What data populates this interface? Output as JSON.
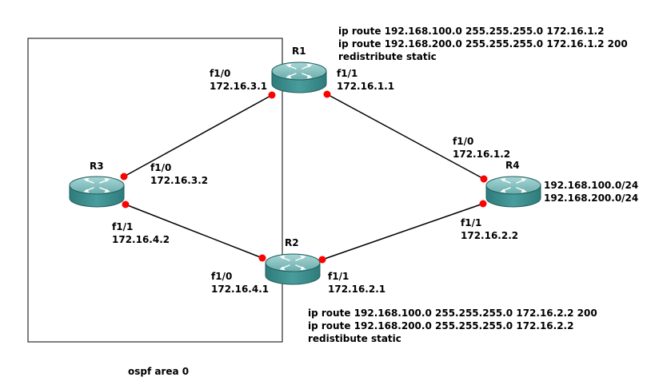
{
  "area_label": "ospf area 0",
  "routers": {
    "r1": {
      "name": "R1"
    },
    "r2": {
      "name": "R2"
    },
    "r3": {
      "name": "R3"
    },
    "r4": {
      "name": "R4"
    }
  },
  "interfaces": {
    "r1_f10": {
      "port": "f1/0",
      "ip": "172.16.3.1"
    },
    "r1_f11": {
      "port": "f1/1",
      "ip": "172.16.1.1"
    },
    "r3_f10": {
      "port": "f1/0",
      "ip": "172.16.3.2"
    },
    "r3_f11": {
      "port": "f1/1",
      "ip": "172.16.4.2"
    },
    "r2_f10": {
      "port": "f1/0",
      "ip": "172.16.4.1"
    },
    "r2_f11": {
      "port": "f1/1",
      "ip": "172.16.2.1"
    },
    "r4_f10": {
      "port": "f1/0",
      "ip": "172.16.1.2"
    },
    "r4_f11": {
      "port": "f1/1",
      "ip": "172.16.2.2"
    }
  },
  "r4_networks": [
    "192.168.100.0/24",
    "192.168.200.0/24"
  ],
  "r1_config": [
    "ip route 192.168.100.0 255.255.255.0 172.16.1.2",
    "ip route 192.168.200.0 255.255.255.0 172.16.1.2 200",
    "redistribute static"
  ],
  "r2_config": [
    "ip route 192.168.100.0 255.255.255.0 172.16.2.2 200",
    "ip route 192.168.200.0 255.255.255.0 172.16.2.2",
    "redistibute static"
  ],
  "colors": {
    "router_body": "#3d8e8e",
    "router_top": "#7fbcbc",
    "link_dot": "#ff0000",
    "line": "#000000"
  }
}
